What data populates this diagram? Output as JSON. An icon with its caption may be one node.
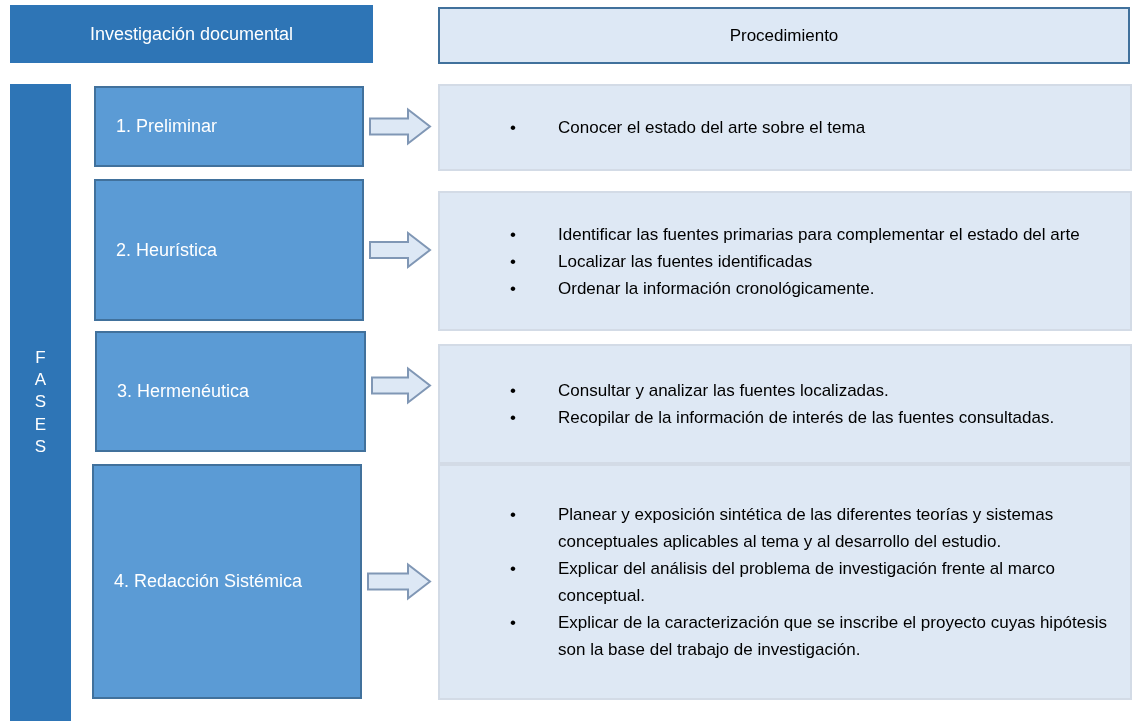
{
  "diagram": {
    "nodes": [
      {
        "text": [
          "Investigación documental"
        ]
      },
      {
        "text": [
          "Procedimiento"
        ]
      },
      {
        "text": [
          "FASES"
        ]
      },
      {
        "text": [
          "1. Preliminar"
        ]
      },
      {
        "text": [
          "2. Heurística"
        ]
      },
      {
        "text": [
          "3. Hermenéutica"
        ]
      },
      {
        "text": [
          "4. Redacción Sistémica"
        ]
      },
      {
        "text": [
          "Conocer el estado del arte sobre el tema"
        ]
      },
      {
        "text": [
          "Identificar las fuentes primarias para complementar el estado del arte",
          "Localizar las fuentes identificadas",
          "Ordenar la información cronológicamente."
        ]
      },
      {
        "text": [
          "Consultar y analizar las fuentes localizadas.",
          "Recopilar de la información de interés de las fuentes consultadas."
        ]
      },
      {
        "text": [
          "Planear y exposición sintética de las diferentes teorías y sistemas conceptuales aplicables al tema y al desarrollo del estudio.",
          "Explicar del análisis del problema de investigación frente al marco conceptual.",
          "Explicar de la caracterización que se inscribe el proyecto cuyas hipótesis son la base del trabajo de investigación."
        ]
      }
    ],
    "edges": [
      {
        "from": 3,
        "to": 7,
        "arrow": "to"
      },
      {
        "from": 4,
        "to": 8,
        "arrow": "to"
      },
      {
        "from": 5,
        "to": 9,
        "arrow": "to"
      },
      {
        "from": 6,
        "to": 10,
        "arrow": "to"
      }
    ],
    "labels": [
      "•",
      "•",
      "•",
      "•",
      "•",
      "•",
      "•",
      "•",
      "•"
    ]
  }
}
